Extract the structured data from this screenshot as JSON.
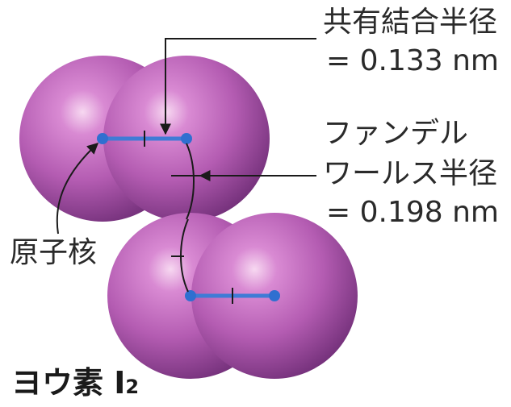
{
  "colors": {
    "atom_highlight": "#f7d8f1",
    "atom_mid": "#b45cb2",
    "atom_shadow": "#6a2a72",
    "bond_line": "#3f7bd6",
    "nucleus": "#2f6fd0",
    "leader_line": "#1a1a1a"
  },
  "labels": {
    "covalent_radius_title": "共有結合半径",
    "covalent_radius_value": "= 0.133 nm",
    "vdw_radius_line1": "ファンデル",
    "vdw_radius_line2": "ワールス半径",
    "vdw_radius_value": "= 0.198 nm",
    "nucleus": "原子核",
    "molecule_name": "ヨウ素 I",
    "molecule_subscript": "2"
  }
}
